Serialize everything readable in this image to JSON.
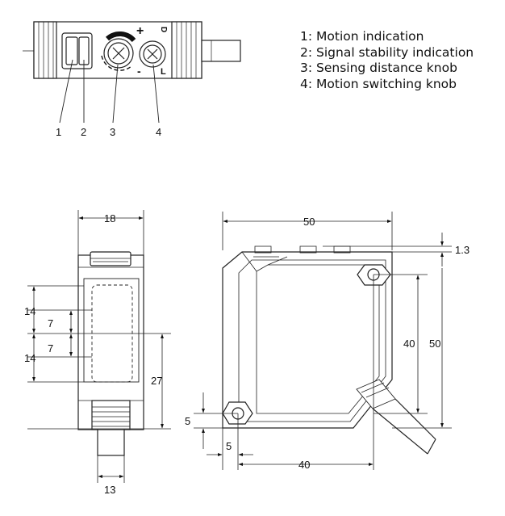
{
  "legend": [
    "1: Motion indication",
    "2: Signal stability indication",
    "3: Sensing distance knob",
    "4: Motion switching knob"
  ],
  "callouts": [
    "1",
    "2",
    "3",
    "4"
  ],
  "panel_marks": {
    "plus": "+",
    "minus": "-",
    "d": "D",
    "l": "L"
  },
  "front_dims": {
    "width": "18",
    "connector_width": "13",
    "pitch_a": "14",
    "pitch_b": "7",
    "pitch_c": "7",
    "pitch_d": "14",
    "height_27": "27"
  },
  "side_dims": {
    "width": "50",
    "top_offset": "1.3",
    "height_inner": "40",
    "height_outer": "50",
    "hole_y": "5",
    "hole_x": "5",
    "hole_span": "40"
  }
}
